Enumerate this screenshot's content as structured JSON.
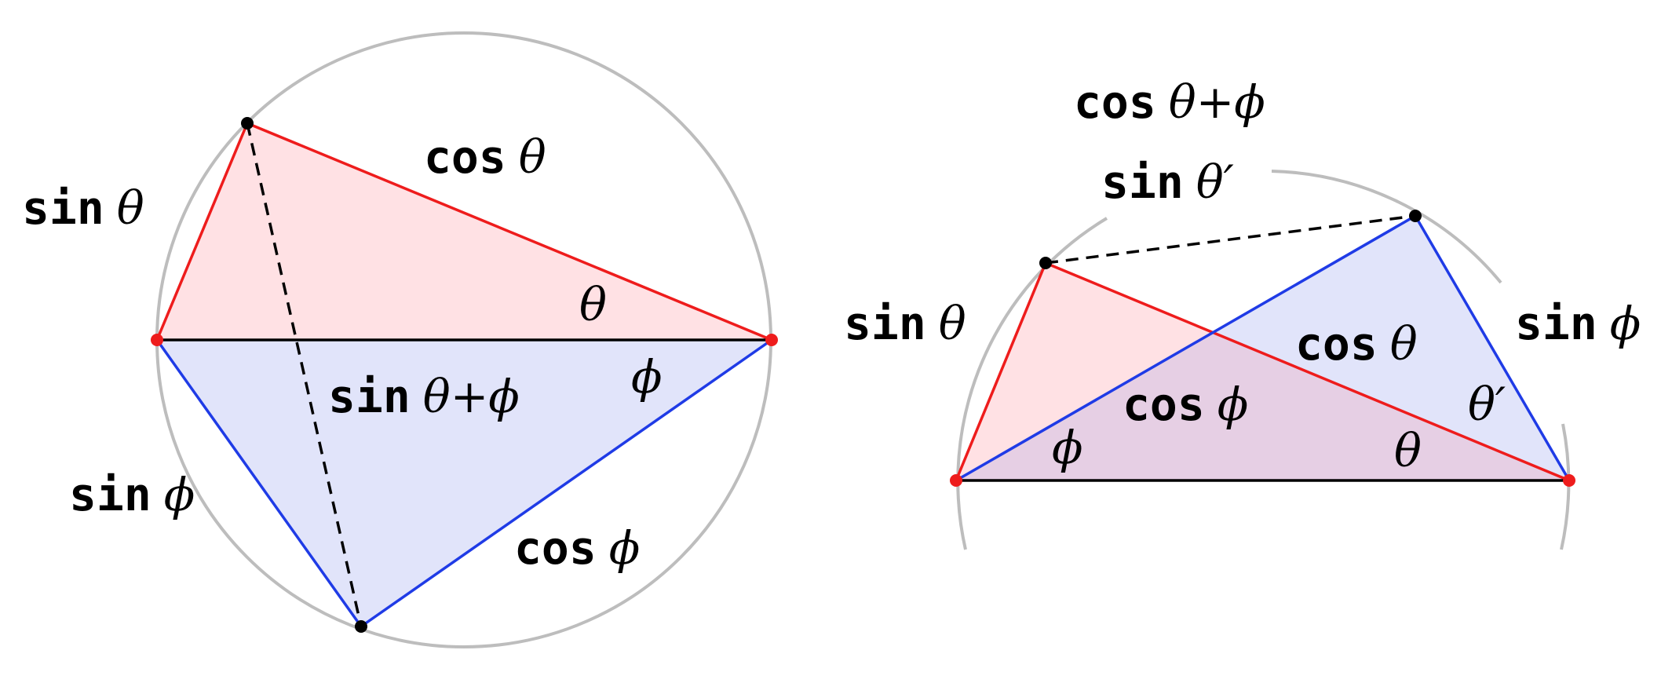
{
  "colors": {
    "circle": "#bdbdbd",
    "red": "#ee1c1c",
    "blue": "#1f3be6",
    "black": "#000000",
    "red_fill": "#ffe1e4",
    "blue_fill": "#e1e4fa",
    "overlap_fill": "#e6cfe4"
  },
  "labels": {
    "left": {
      "cos_theta": {
        "fn": "cos",
        "sym": "θ"
      },
      "sin_theta": {
        "fn": "sin",
        "sym": "θ"
      },
      "theta_angle": "θ",
      "phi_angle": "ϕ",
      "sin_sum": {
        "fn": "sin",
        "a": "θ",
        "plus": "+",
        "b": "ϕ"
      },
      "sin_phi": {
        "fn": "sin",
        "sym": "ϕ"
      },
      "cos_phi": {
        "fn": "cos",
        "sym": "ϕ"
      }
    },
    "right": {
      "cos_sum": {
        "fn": "cos",
        "a": "θ",
        "plus": "+",
        "b": "ϕ"
      },
      "sin_theta_prime": {
        "fn": "sin",
        "sym": "θ′"
      },
      "sin_theta": {
        "fn": "sin",
        "sym": "θ"
      },
      "cos_theta": {
        "fn": "cos",
        "sym": "θ"
      },
      "sin_phi": {
        "fn": "sin",
        "sym": "ϕ"
      },
      "cos_phi": {
        "fn": "cos",
        "sym": "ϕ"
      },
      "theta_prime_angle": "θ′",
      "phi_angle": "ϕ",
      "theta_angle": "θ"
    }
  }
}
